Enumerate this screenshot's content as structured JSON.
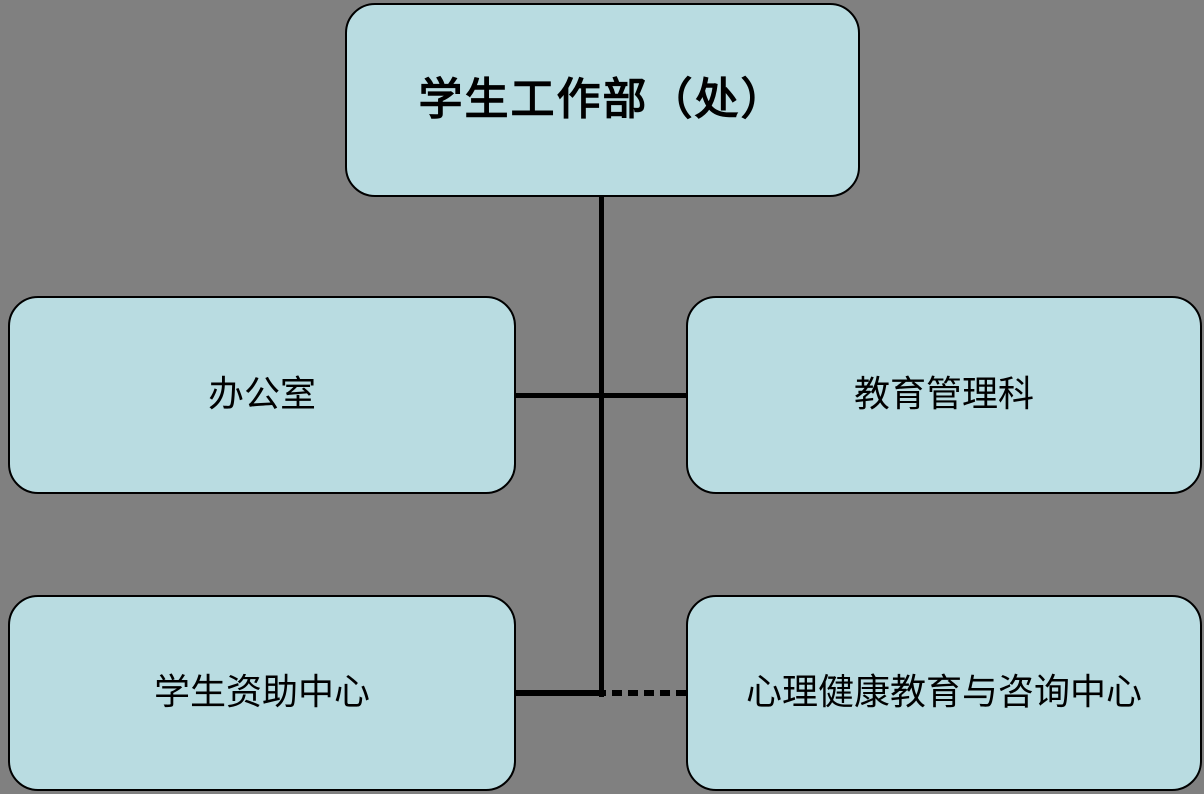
{
  "diagram": {
    "type": "org-chart",
    "background_color": "#808080",
    "box_fill_color": "#b9dce1",
    "box_border_color": "#000000",
    "line_color": "#000000",
    "nodes": {
      "root": {
        "label": "学生工作部（处）"
      },
      "office": {
        "label": "办公室"
      },
      "edu": {
        "label": "教育管理科"
      },
      "aid": {
        "label": "学生资助中心"
      },
      "psy": {
        "label": "心理健康教育与咨询中心"
      }
    },
    "connectors": [
      {
        "from": "root",
        "to": "trunk",
        "style": "solid",
        "orientation": "vertical"
      },
      {
        "from": "office",
        "to": "edu",
        "style": "solid",
        "orientation": "horizontal"
      },
      {
        "from": "aid",
        "to": "trunk",
        "style": "solid",
        "orientation": "horizontal"
      },
      {
        "from": "trunk",
        "to": "psy",
        "style": "dashed",
        "orientation": "horizontal"
      }
    ]
  }
}
